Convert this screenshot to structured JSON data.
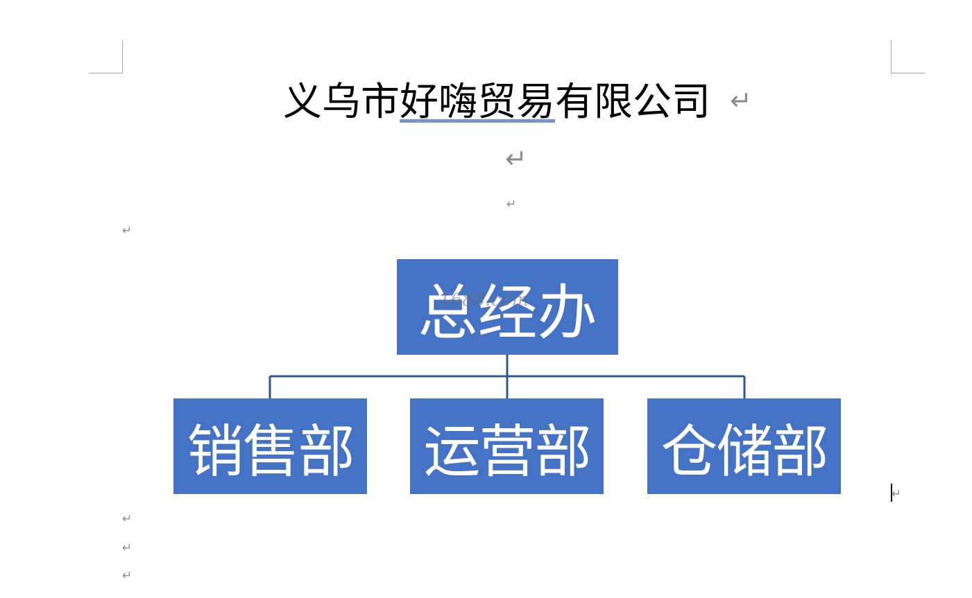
{
  "document": {
    "title": "义乌市好嗨贸易有限公司",
    "title_underlined_part": "好嗨贸易",
    "title_prefix": "义乌市",
    "title_suffix": "有限公司",
    "paragraph_mark": "↵"
  },
  "org_chart": {
    "top": "总经办",
    "children": [
      "销售部",
      "运营部",
      "仓储部"
    ],
    "box_color": "#4472c4",
    "line_color": "#2f5597",
    "text_color": "#ffffff"
  },
  "watermark": "1688.com"
}
